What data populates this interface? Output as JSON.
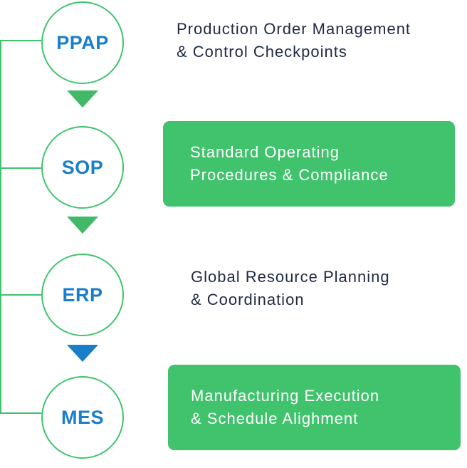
{
  "colors": {
    "green": "#3ec46d",
    "box_green": "#41c26d",
    "blue": "#1a7fc8",
    "text_dark": "#1f2a44"
  },
  "steps": [
    {
      "label": "PPAP",
      "desc_lines": [
        "Production Order Management",
        "& Control Checkpoints"
      ],
      "highlighted": false,
      "arrow_color": "green"
    },
    {
      "label": "SOP",
      "desc_lines": [
        "Standard Operating",
        "Procedures & Compliance"
      ],
      "highlighted": true,
      "arrow_color": "green"
    },
    {
      "label": "ERP",
      "desc_lines": [
        "Global Resource Planning",
        "& Coordination"
      ],
      "highlighted": false,
      "arrow_color": "blue"
    },
    {
      "label": "MES",
      "desc_lines": [
        "Manufacturing Execution",
        "& Schedule Alighment"
      ],
      "highlighted": true,
      "arrow_color": null
    }
  ]
}
